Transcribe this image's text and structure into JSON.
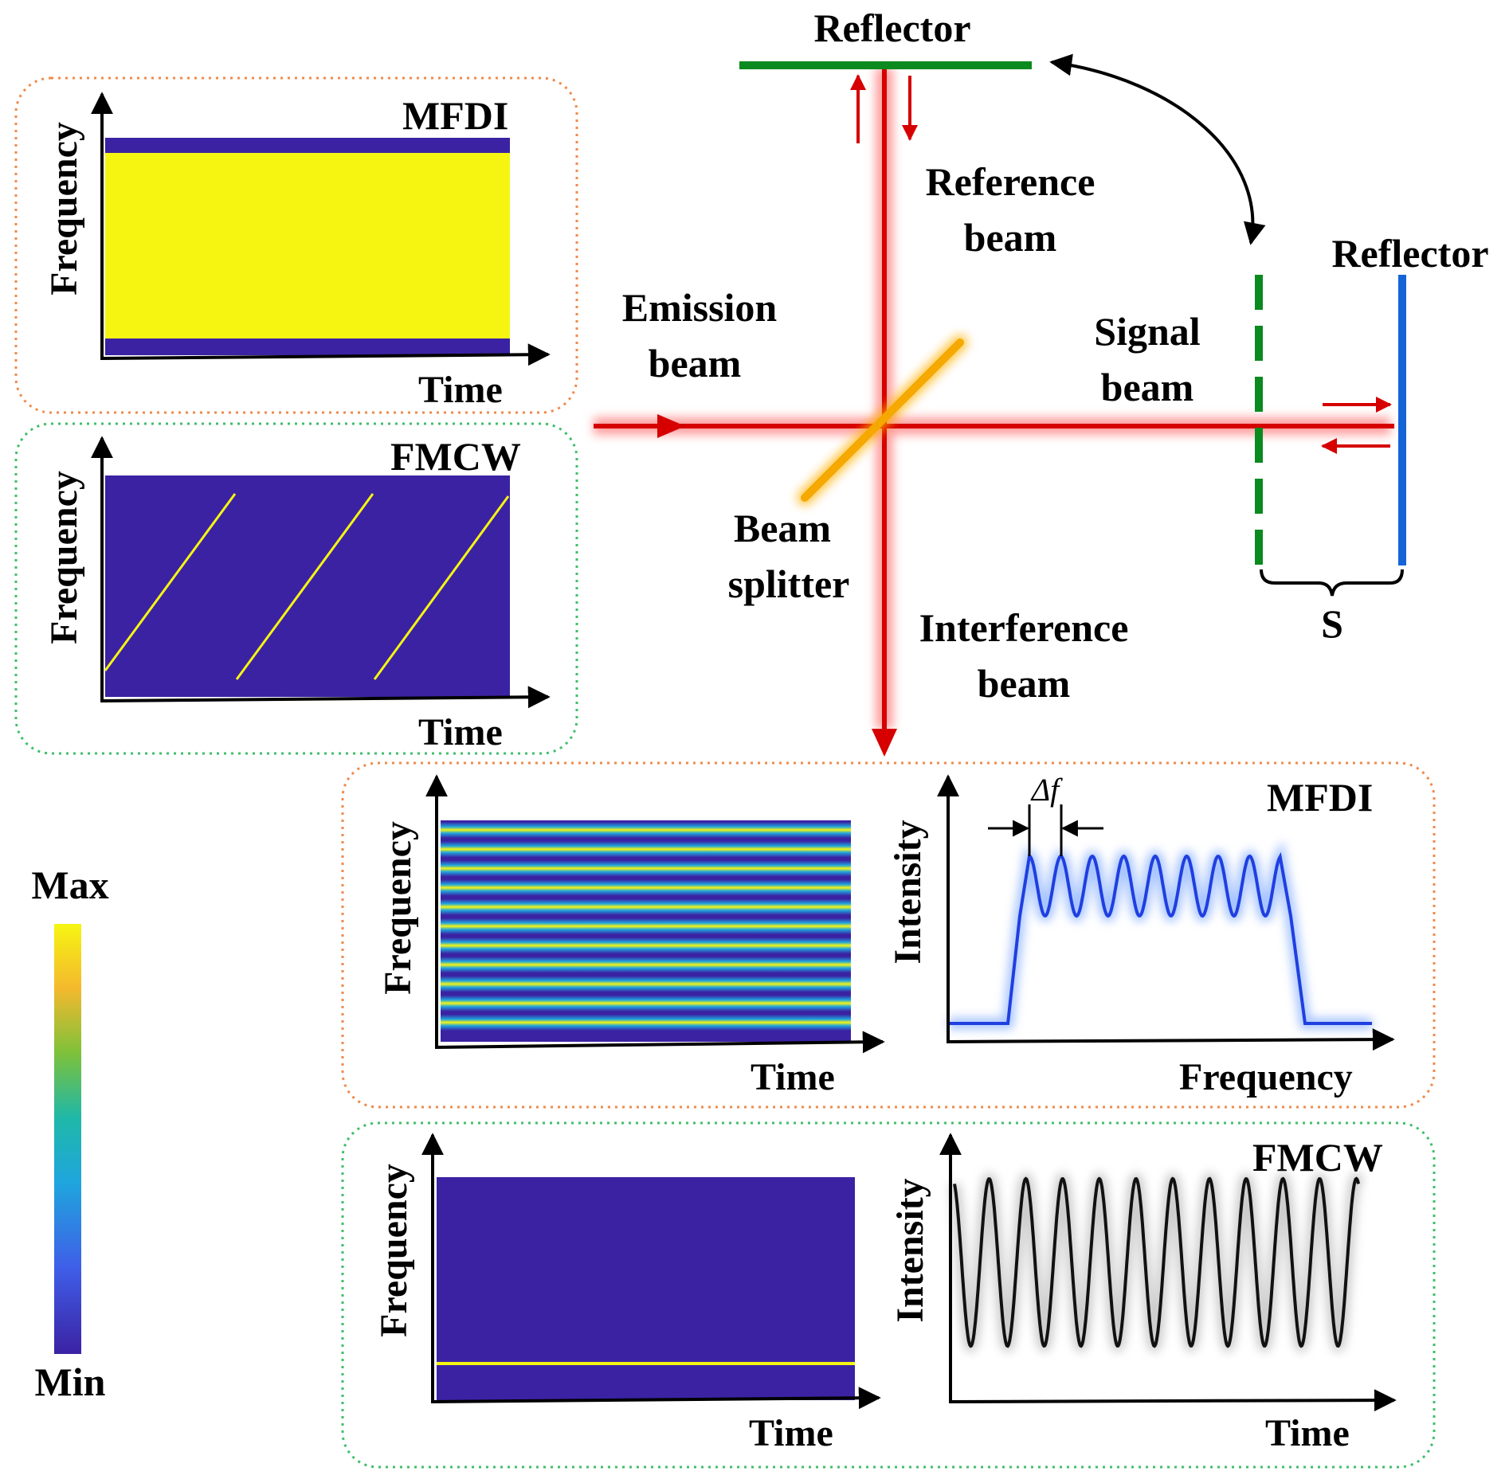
{
  "colors": {
    "min": "#3b22a3",
    "max": "#f6f512",
    "beam": "#d60000",
    "reflector_ref": "#0a8a1f",
    "reflector_sig": "#1464d8",
    "splitter": "#f5a800",
    "mfdi_border": "#f08a4b",
    "fmcw_border": "#3fbf6a",
    "mfdi_trace": "#1f3fe0",
    "fmcw_trace": "#111111"
  },
  "setup": {
    "reflector_top": "Reflector",
    "reflector_right": "Reflector",
    "reference_beam": [
      "Reference",
      "beam"
    ],
    "emission_beam": [
      "Emission",
      "beam"
    ],
    "signal_beam": [
      "Signal",
      "beam"
    ],
    "beam_splitter": [
      "Beam",
      "splitter"
    ],
    "interference_beam": [
      "Interference",
      "beam"
    ],
    "distance": "S"
  },
  "panels": {
    "source_mfdi": {
      "title": "MFDI",
      "ylabel": "Frequency",
      "xlabel": "Time"
    },
    "source_fmcw": {
      "title": "FMCW",
      "ylabel": "Frequency",
      "xlabel": "Time"
    },
    "result_mfdi": {
      "title": "MFDI",
      "map": {
        "ylabel": "Frequency",
        "xlabel": "Time",
        "fringes": 11
      },
      "spectrum": {
        "ylabel": "Intensity",
        "xlabel": "Frequency",
        "delta": "Δf",
        "peaks": 9
      }
    },
    "result_fmcw": {
      "title": "FMCW",
      "map": {
        "ylabel": "Frequency",
        "xlabel": "Time"
      },
      "signal": {
        "ylabel": "Intensity",
        "xlabel": "Time",
        "cycles": 11
      }
    }
  },
  "colorbar": {
    "max_label": "Max",
    "min_label": "Min"
  }
}
